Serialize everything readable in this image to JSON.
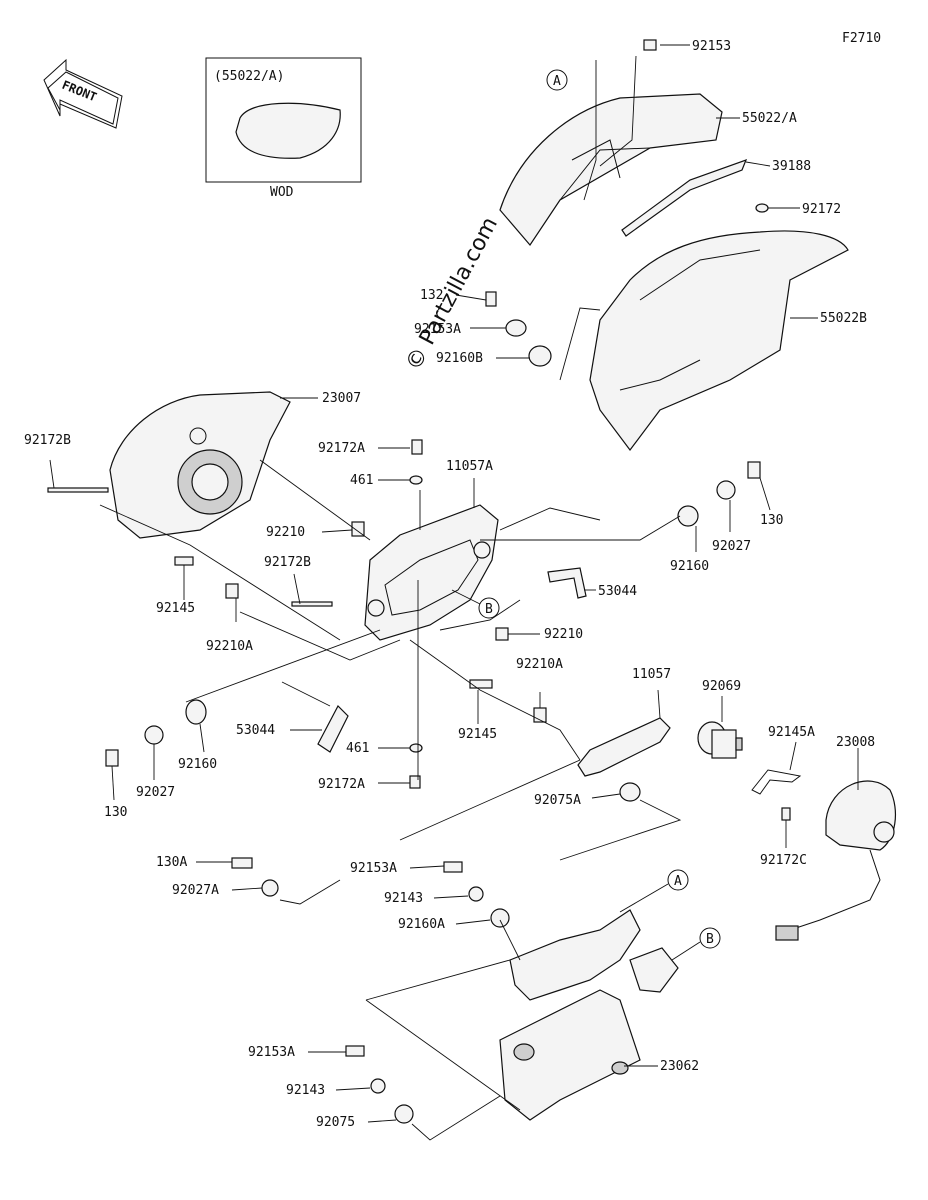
{
  "diagram_code": "F2710",
  "front_label": "FRONT",
  "inset": {
    "part": "(55022/A)",
    "note": "WOD"
  },
  "watermark": "© Partzilla.com",
  "callout_letters": [
    "A",
    "B"
  ],
  "labels": {
    "p92153": "92153",
    "p55022A": "55022/A",
    "p39188": "39188",
    "p92172": "92172",
    "p55022B": "55022B",
    "p132": "132",
    "p92153A_top": "92153A",
    "p92160B": "92160B",
    "p23007": "23007",
    "p92172B_a": "92172B",
    "p92172A_a": "92172A",
    "p461_a": "461",
    "p11057A": "11057A",
    "p130_a": "130",
    "p92027_a": "92027",
    "p92160_a": "92160",
    "p92210_a": "92210",
    "p92172B_b": "92172B",
    "p53044_a": "53044",
    "p92145_a": "92145",
    "p92210A_a": "92210A",
    "p92210_b": "92210",
    "p92210A_b": "92210A",
    "p11057": "11057",
    "p92069": "92069",
    "p92145A": "92145A",
    "p23008": "23008",
    "p53044_b": "53044",
    "p92160_b": "92160",
    "p92145_b": "92145",
    "p461_b": "461",
    "p92172A_b": "92172A",
    "p130_b": "130",
    "p92027_b": "92027",
    "p92075A": "92075A",
    "p92172C": "92172C",
    "p130A": "130A",
    "p92153A_b": "92153A",
    "p92027A": "92027A",
    "p92143_a": "92143",
    "p92160A": "92160A",
    "p92153A_c": "92153A",
    "p92143_b": "92143",
    "p92075": "92075",
    "p23062": "23062"
  }
}
